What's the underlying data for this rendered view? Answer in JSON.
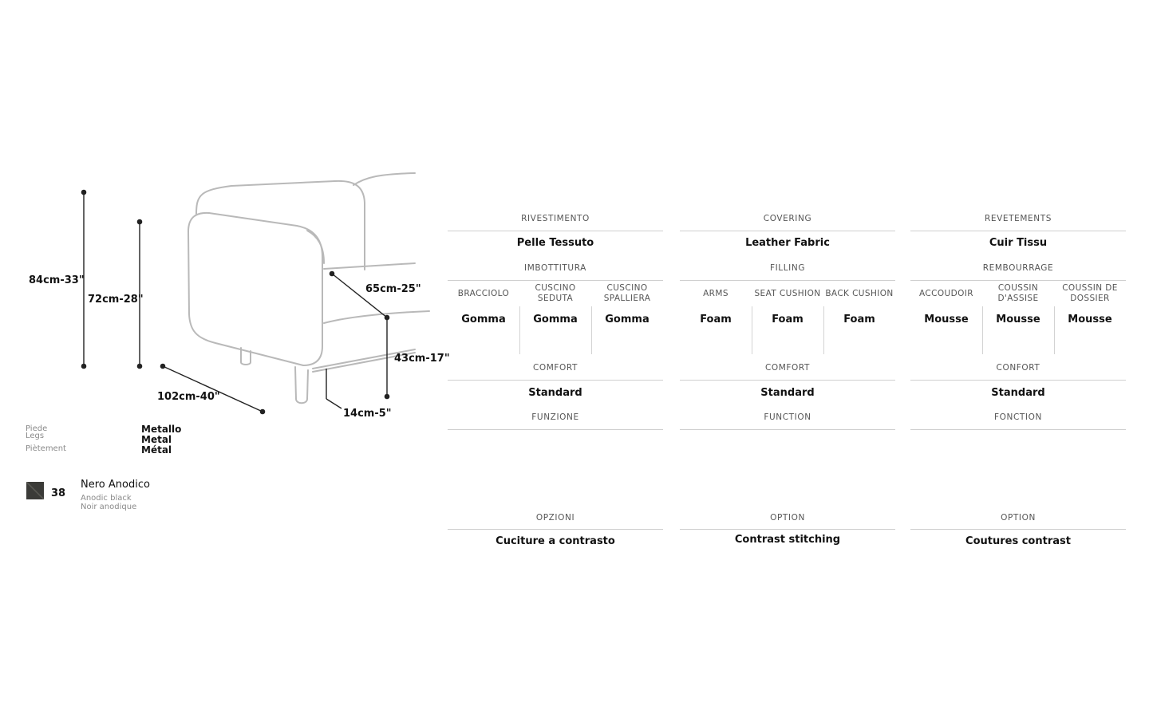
{
  "dimensions": {
    "total_height": "84cm-33\"",
    "arm_height": "72cm-28\"",
    "width": "102cm-40\"",
    "depth": "65cm-25\"",
    "seat_height": "43cm-17\"",
    "leg_height": "14cm-5\""
  },
  "legs": {
    "labels": [
      "Piede",
      "Legs",
      "Piètement"
    ],
    "values": [
      "Metallo",
      "Metal",
      "Métal"
    ]
  },
  "finish": {
    "code": "38",
    "name": "Nero Anodico",
    "name_en": "Anodic black",
    "name_fr": "Noir anodique",
    "swatch_color": "#3b3b38"
  },
  "columns": [
    {
      "covering_header": "RIVESTIMENTO",
      "covering_value": "Pelle Tessuto",
      "filling_header": "IMBOTTITURA",
      "filling": [
        {
          "header": "BRACCIOLO",
          "value": "Gomma"
        },
        {
          "header": "CUSCINO SEDUTA",
          "value": "Gomma"
        },
        {
          "header": "CUSCINO SPALLIERA",
          "value": "Gomma"
        }
      ],
      "comfort_header": "COMFORT",
      "comfort_value": "Standard",
      "function_header": "FUNZIONE",
      "option_header": "OPZIONI",
      "option_value": "Cuciture a contrasto"
    },
    {
      "covering_header": "COVERING",
      "covering_value": "Leather Fabric",
      "filling_header": "FILLING",
      "filling": [
        {
          "header": "ARMS",
          "value": "Foam"
        },
        {
          "header": "SEAT CUSHION",
          "value": "Foam"
        },
        {
          "header": "BACK CUSHION",
          "value": "Foam"
        }
      ],
      "comfort_header": "COMFORT",
      "comfort_value": "Standard",
      "function_header": "FUNCTION",
      "option_header": "OPTION",
      "option_value": "Contrast stitching"
    },
    {
      "covering_header": "REVETEMENTS",
      "covering_value": "Cuir Tissu",
      "filling_header": "REMBOURRAGE",
      "filling": [
        {
          "header": "ACCOUDOIR",
          "value": "Mousse"
        },
        {
          "header": "COUSSIN D'ASSISE",
          "value": "Mousse"
        },
        {
          "header": "COUSSIN DE DOSSIER",
          "value": "Mousse"
        }
      ],
      "comfort_header": "CONFORT",
      "comfort_value": "Standard",
      "function_header": "FONCTION",
      "option_header": "OPTION",
      "option_value": "Coutures contrast"
    }
  ]
}
